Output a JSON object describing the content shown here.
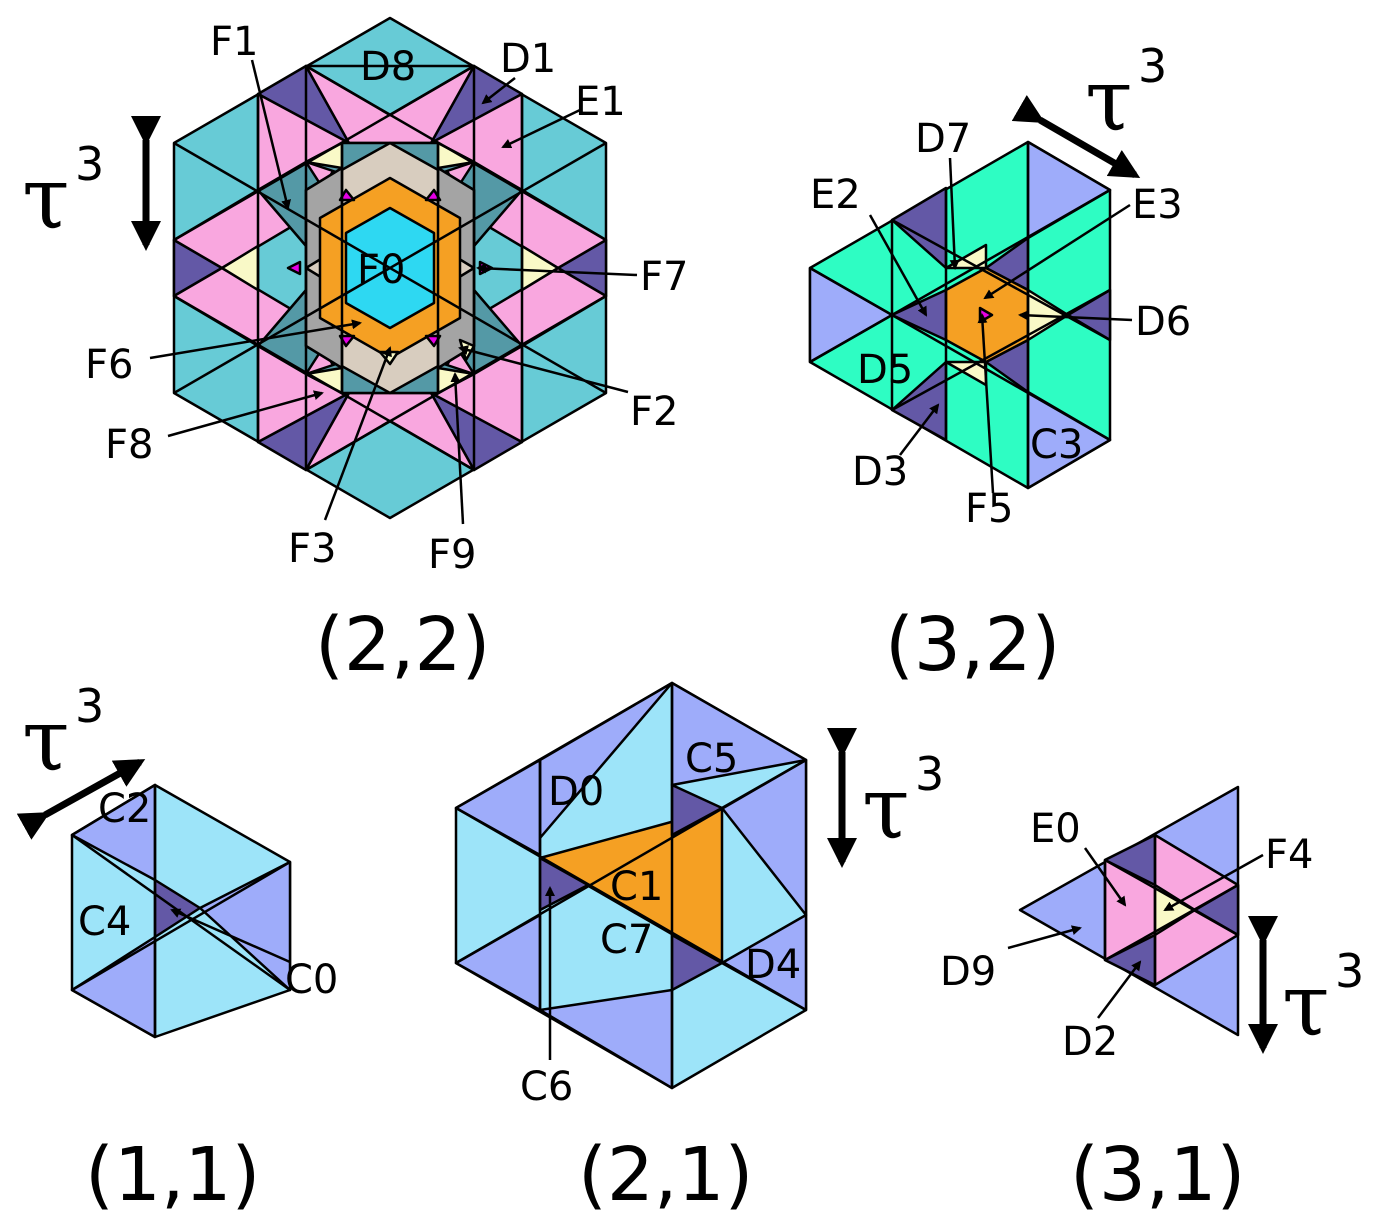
{
  "colors": {
    "teal": "#67CBD6",
    "tealDark": "#5499A6",
    "pink": "#F9A7DF",
    "purple": "#6358A6",
    "yellowPale": "#F9F9C7",
    "beige": "#D8CDBF",
    "grey": "#A4A4A4",
    "orange": "#F5A023",
    "cyan": "#2ED8F2",
    "magenta": "#E500E5",
    "lavender": "#9EACFA",
    "lightBlue": "#9DE4F9",
    "mint": "#2EFDC3"
  },
  "captions": {
    "p22": "(2,2)",
    "p32": "(3,2)",
    "p11": "(1,1)",
    "p21": "(2,1)",
    "p31": "(3,1)"
  },
  "tau": {
    "symbol": "τ",
    "exp": "3"
  },
  "labels": {
    "F0": "F0",
    "F1": "F1",
    "F2": "F2",
    "F3": "F3",
    "F4": "F4",
    "F5": "F5",
    "F6": "F6",
    "F7": "F7",
    "F8": "F8",
    "F9": "F9",
    "D0": "D0",
    "D1": "D1",
    "D2": "D2",
    "D3": "D3",
    "D4": "D4",
    "D5": "D5",
    "D6": "D6",
    "D7": "D7",
    "D8": "D8",
    "D9": "D9",
    "E0": "E0",
    "E1": "E1",
    "E2": "E2",
    "E3": "E3",
    "C0": "C0",
    "C1": "C1",
    "C2": "C2",
    "C3": "C3",
    "C4": "C4",
    "C5": "C5",
    "C6": "C6",
    "C7": "C7"
  }
}
